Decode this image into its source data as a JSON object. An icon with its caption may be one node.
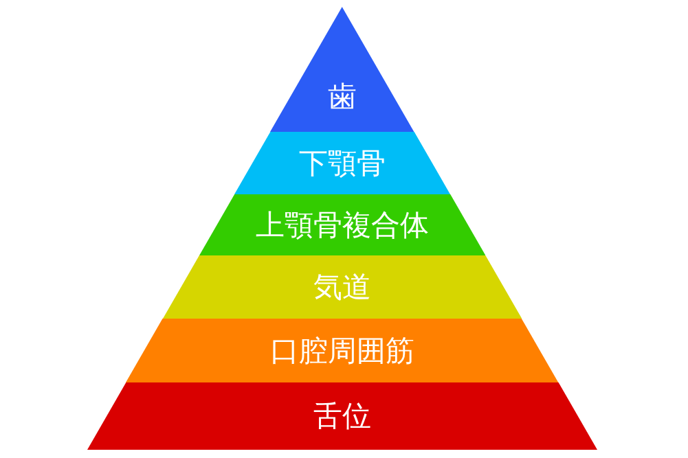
{
  "diagram": {
    "nodes": [
      {
        "text": [
          "歯"
        ]
      },
      {
        "text": [
          "下顎骨"
        ]
      },
      {
        "text": [
          "上顎骨複合体"
        ]
      },
      {
        "text": [
          "気道"
        ]
      },
      {
        "text": [
          "口腔周囲筋"
        ]
      },
      {
        "text": [
          "舌位"
        ]
      }
    ]
  }
}
